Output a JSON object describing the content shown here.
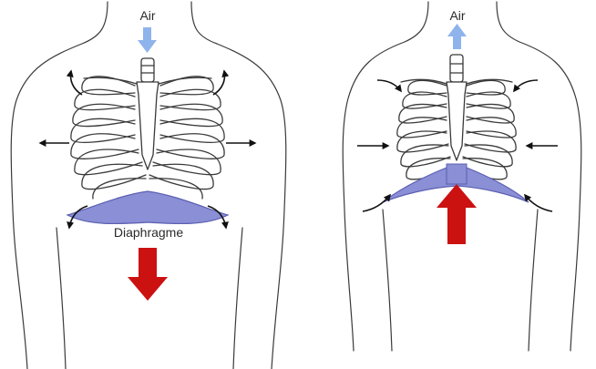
{
  "inhale_panel": {
    "air_label": "Air",
    "diaphragm_label": "Diaphragme"
  },
  "exhale_panel": {
    "air_label": "Air"
  },
  "colors": {
    "air_arrow": "#8fb4ec",
    "diaphragm": "#8a8fd6",
    "diaphragm_edge": "#5b5fb0",
    "movement_arrow": "#cc1111",
    "expansion_arrow": "#111111"
  }
}
